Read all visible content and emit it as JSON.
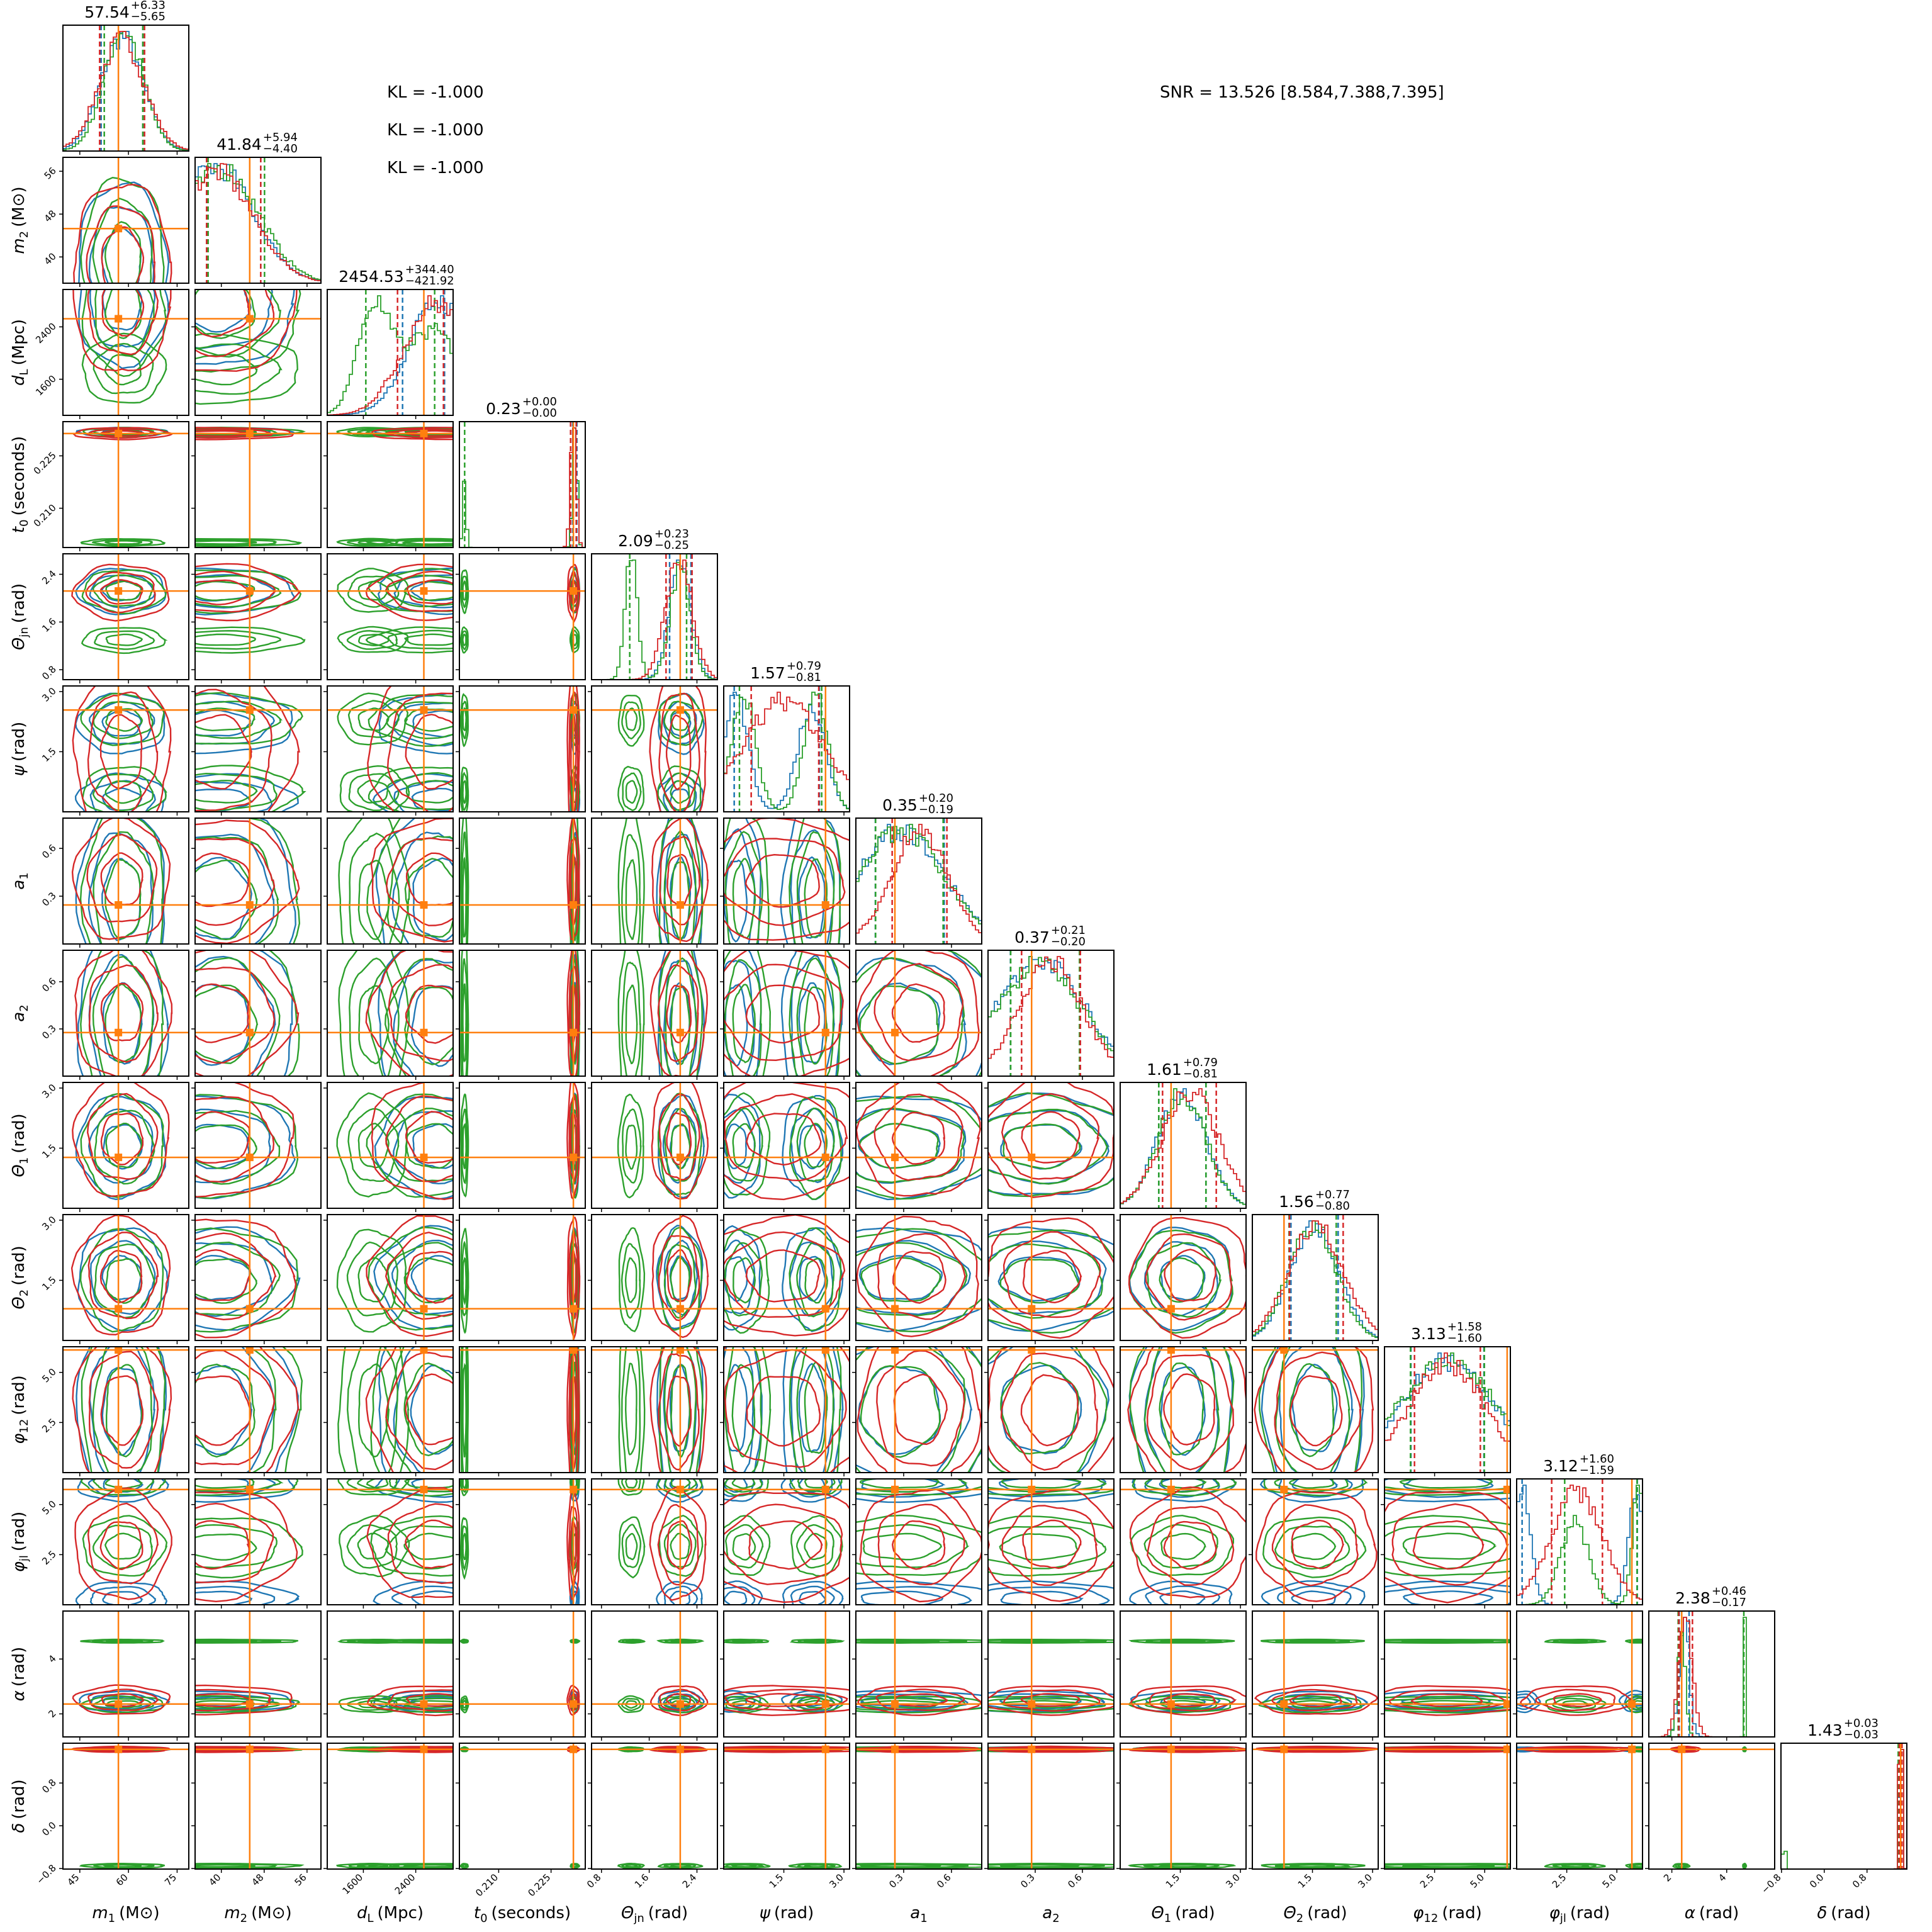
{
  "annotations": {
    "kl": [
      "KL = -1.000",
      "KL = -1.000",
      "KL = -1.000"
    ],
    "snr": "SNR = 13.526 [8.584,7.388,7.395]"
  },
  "chart_data": {
    "type": "corner",
    "description_series": [
      "blue",
      "green",
      "red"
    ],
    "colors": {
      "blue": "#1f77b4",
      "green": "#2ca02c",
      "red": "#d62728",
      "truth": "#ff7f0e"
    },
    "parameters": [
      {
        "sym": "m",
        "sub": "1",
        "unit": "(M⊙)",
        "range": [
          39.8,
          78.6
        ],
        "ticks": [
          {
            "v": 45,
            "label": "45"
          },
          {
            "v": 60,
            "label": "60"
          },
          {
            "v": 75,
            "label": "75"
          }
        ],
        "truth": 56.9,
        "title": {
          "median": "57.54",
          "plus": "+6.33",
          "minus": "−5.65"
        },
        "series": {
          "blue": [
            [
              58,
              6.5,
              1
            ]
          ],
          "green": [
            [
              58.5,
              6,
              1
            ]
          ],
          "red": [
            [
              58,
              7,
              1
            ]
          ]
        }
      },
      {
        "sym": "m",
        "sub": "2",
        "unit": "(M⊙)",
        "range": [
          35.1,
          58.6
        ],
        "ticks": [
          {
            "v": 40,
            "label": "40"
          },
          {
            "v": 48,
            "label": "48"
          },
          {
            "v": 56,
            "label": "56"
          }
        ],
        "truth": 45.3,
        "title": {
          "median": "41.84",
          "plus": "+5.94",
          "minus": "−4.40"
        },
        "series": {
          "blue": [
            [
              39,
              7,
              1
            ]
          ],
          "green": [
            [
              40,
              7,
              1
            ]
          ],
          "red": [
            [
              39,
              7,
              1
            ]
          ]
        }
      },
      {
        "sym": "d",
        "sub": "L",
        "unit": "(Mpc)",
        "range": [
          1048,
          2971
        ],
        "ticks": [
          {
            "v": 1600,
            "label": "1600"
          },
          {
            "v": 2400,
            "label": "2400"
          }
        ],
        "truth": 2524,
        "title": {
          "median": "2454.53",
          "plus": "+344.40",
          "minus": "−421.92"
        },
        "series": {
          "blue": [
            [
              2750,
              450,
              1
            ]
          ],
          "green": [
            [
              1750,
              250,
              0.4
            ],
            [
              2650,
              450,
              0.6
            ]
          ],
          "red": [
            [
              2700,
              480,
              1
            ]
          ]
        }
      },
      {
        "sym": "t",
        "sub": "0",
        "unit": "(seconds)",
        "range": [
          0.19875,
          0.2348
        ],
        "ticks": [
          {
            "v": 0.21,
            "label": "0.210"
          },
          {
            "v": 0.225,
            "label": "0.225"
          }
        ],
        "truth": 0.2314,
        "title": {
          "median": "0.23",
          "plus": "+0.00",
          "minus": "−0.00"
        },
        "series": {
          "blue": [
            [
              0.2318,
              0.0006,
              1
            ]
          ],
          "green": [
            [
              0.2318,
              0.0006,
              0.7
            ],
            [
              0.2002,
              0.0005,
              0.3
            ]
          ],
          "red": [
            [
              0.2314,
              0.0008,
              1
            ]
          ]
        }
      },
      {
        "sym": "Θ",
        "sub": "jn",
        "unit": "(rad)",
        "range": [
          0.634,
          2.743
        ],
        "ticks": [
          {
            "v": 0.8,
            "label": "0.8"
          },
          {
            "v": 1.6,
            "label": "1.6"
          },
          {
            "v": 2.4,
            "label": "2.4"
          }
        ],
        "truth": 2.12,
        "title": {
          "median": "2.09",
          "plus": "+0.23",
          "minus": "−0.25"
        },
        "series": {
          "blue": [
            [
              2.12,
              0.18,
              1
            ]
          ],
          "green": [
            [
              2.12,
              0.17,
              0.6
            ],
            [
              1.3,
              0.1,
              0.4
            ]
          ],
          "red": [
            [
              2.1,
              0.22,
              1
            ]
          ]
        }
      },
      {
        "sym": "ψ",
        "sub": "",
        "unit": "(rad)",
        "range": [
          0,
          3.14
        ],
        "ticks": [
          {
            "v": 1.5,
            "label": "1.5"
          },
          {
            "v": 3.0,
            "label": "3.0"
          }
        ],
        "truth": 2.54,
        "title": {
          "median": "1.57",
          "plus": "+0.79",
          "minus": "−0.81"
        },
        "series": {
          "blue": [
            [
              0.3,
              0.3,
              0.5
            ],
            [
              2.2,
              0.35,
              0.5
            ]
          ],
          "green": [
            [
              0.5,
              0.3,
              0.5
            ],
            [
              2.3,
              0.3,
              0.5
            ]
          ],
          "red": [
            [
              1.5,
              1.0,
              1
            ]
          ]
        }
      },
      {
        "sym": "a",
        "sub": "1",
        "unit": "",
        "range": [
          0,
          0.79
        ],
        "ticks": [
          {
            "v": 0.3,
            "label": "0.3"
          },
          {
            "v": 0.6,
            "label": "0.6"
          }
        ],
        "truth": 0.245,
        "title": {
          "median": "0.35",
          "plus": "+0.20",
          "minus": "−0.19"
        },
        "series": {
          "blue": [
            [
              0.28,
              0.28,
              1
            ]
          ],
          "green": [
            [
              0.28,
              0.27,
              1
            ]
          ],
          "red": [
            [
              0.4,
              0.18,
              1
            ]
          ]
        }
      },
      {
        "sym": "a",
        "sub": "2",
        "unit": "",
        "range": [
          0,
          0.8
        ],
        "ticks": [
          {
            "v": 0.3,
            "label": "0.3"
          },
          {
            "v": 0.6,
            "label": "0.6"
          }
        ],
        "truth": 0.277,
        "title": {
          "median": "0.37",
          "plus": "+0.21",
          "minus": "−0.20"
        },
        "series": {
          "blue": [
            [
              0.33,
              0.28,
              1
            ]
          ],
          "green": [
            [
              0.33,
              0.27,
              1
            ]
          ],
          "red": [
            [
              0.4,
              0.2,
              1
            ]
          ]
        }
      },
      {
        "sym": "Θ",
        "sub": "1",
        "unit": "(rad)",
        "range": [
          0,
          3.14
        ],
        "ticks": [
          {
            "v": 1.5,
            "label": "1.5"
          },
          {
            "v": 3.0,
            "label": "3.0"
          }
        ],
        "truth": 1.27,
        "title": {
          "median": "1.61",
          "plus": "+0.79",
          "minus": "−0.81"
        },
        "series": {
          "blue": [
            [
              1.55,
              0.6,
              1
            ]
          ],
          "green": [
            [
              1.55,
              0.6,
              1
            ]
          ],
          "red": [
            [
              1.75,
              0.7,
              1
            ]
          ]
        }
      },
      {
        "sym": "Θ",
        "sub": "2",
        "unit": "(rad)",
        "range": [
          0,
          3.14
        ],
        "ticks": [
          {
            "v": 1.5,
            "label": "1.5"
          },
          {
            "v": 3.0,
            "label": "3.0"
          }
        ],
        "truth": 0.79,
        "title": {
          "median": "1.56",
          "plus": "+0.77",
          "minus": "−0.80"
        },
        "series": {
          "blue": [
            [
              1.55,
              0.6,
              1
            ]
          ],
          "green": [
            [
              1.5,
              0.6,
              1
            ]
          ],
          "red": [
            [
              1.6,
              0.7,
              1
            ]
          ]
        }
      },
      {
        "sym": "φ",
        "sub": "12",
        "unit": "(rad)",
        "range": [
          0,
          6.28
        ],
        "ticks": [
          {
            "v": 2.5,
            "label": "2.5"
          },
          {
            "v": 5.0,
            "label": "5.0"
          }
        ],
        "truth": 6.12,
        "title": {
          "median": "3.13",
          "plus": "+1.58",
          "minus": "−1.60"
        },
        "series": {
          "blue": [
            [
              3.14,
              2.4,
              1
            ]
          ],
          "green": [
            [
              3.14,
              2.5,
              1
            ]
          ],
          "red": [
            [
              3.14,
              1.9,
              1
            ]
          ]
        }
      },
      {
        "sym": "φ",
        "sub": "jl",
        "unit": "(rad)",
        "range": [
          0,
          6.28
        ],
        "ticks": [
          {
            "v": 2.5,
            "label": "2.5"
          },
          {
            "v": 5.0,
            "label": "5.0"
          }
        ],
        "truth": 5.75,
        "title": {
          "median": "3.12",
          "plus": "+1.60",
          "minus": "−1.59"
        },
        "series": {
          "blue": [
            [
              0.3,
              0.4,
              0.5
            ],
            [
              6.0,
              0.4,
              0.5
            ]
          ],
          "green": [
            [
              2.9,
              0.7,
              0.6
            ],
            [
              6.1,
              0.3,
              0.4
            ]
          ],
          "red": [
            [
              3.0,
              1.3,
              1
            ]
          ]
        }
      },
      {
        "sym": "α",
        "sub": "",
        "unit": "(rad)",
        "range": [
          1.16,
          5.75
        ],
        "ticks": [
          {
            "v": 2,
            "label": "2"
          },
          {
            "v": 4,
            "label": "4"
          }
        ],
        "truth": 2.36,
        "title": {
          "median": "2.38",
          "plus": "+0.46",
          "minus": "−0.17"
        },
        "series": {
          "blue": [
            [
              2.45,
              0.18,
              1
            ]
          ],
          "green": [
            [
              2.35,
              0.14,
              0.8
            ],
            [
              4.65,
              0.03,
              0.2
            ]
          ],
          "red": [
            [
              2.5,
              0.25,
              1
            ]
          ]
        }
      },
      {
        "sym": "δ",
        "sub": "",
        "unit": "(rad)",
        "range": [
          -0.81,
          1.545
        ],
        "ticks": [
          {
            "v": -0.8,
            "label": "−0.8"
          },
          {
            "v": 0.0,
            "label": "0.0"
          },
          {
            "v": 0.8,
            "label": "0.8"
          }
        ],
        "truth": 1.43,
        "title": {
          "median": "1.43",
          "plus": "+0.03",
          "minus": "−0.03"
        },
        "series": {
          "blue": [
            [
              1.43,
              0.02,
              1
            ]
          ],
          "green": [
            [
              1.43,
              0.02,
              0.85
            ],
            [
              -0.75,
              0.02,
              0.15
            ]
          ],
          "red": [
            [
              1.43,
              0.025,
              1
            ]
          ]
        }
      }
    ]
  }
}
